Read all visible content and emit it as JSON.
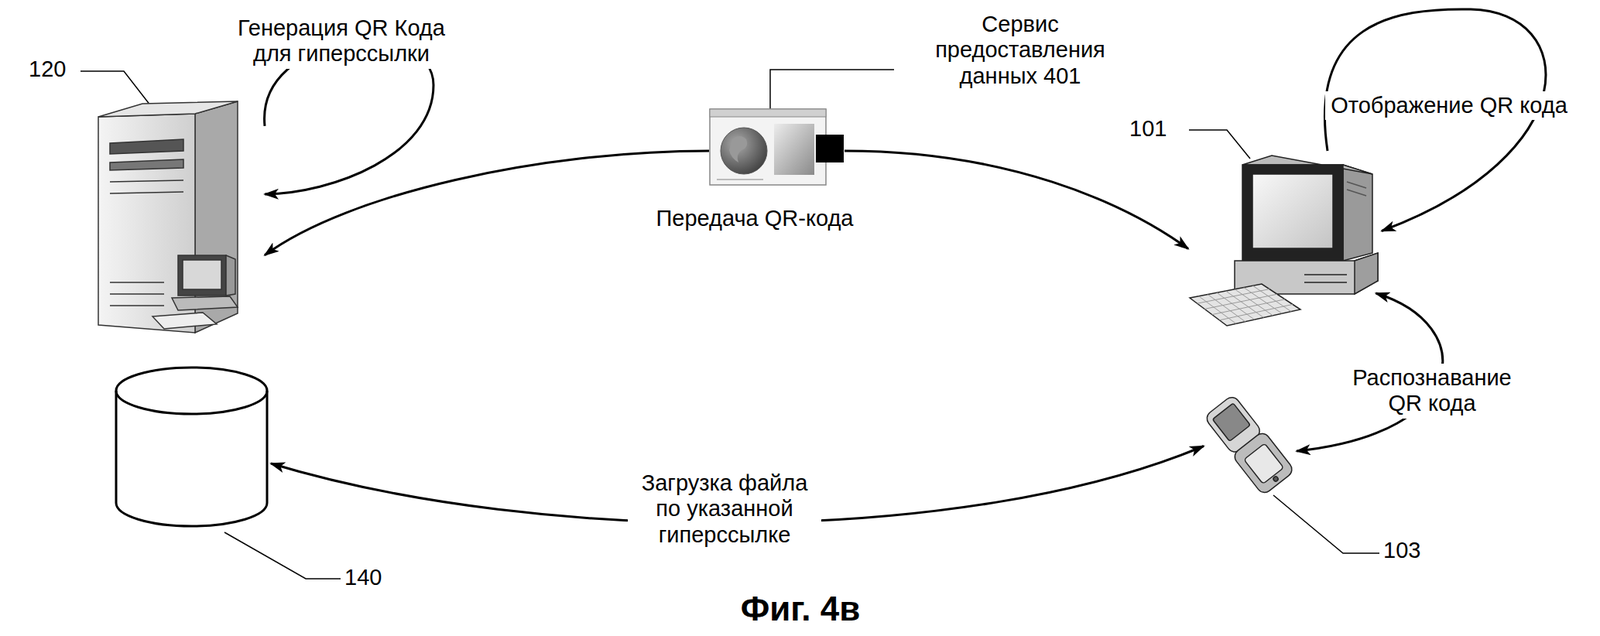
{
  "diagram": {
    "caption": "Фиг. 4в",
    "nodes": [
      {
        "text": [
          "120"
        ]
      },
      {
        "text": [
          "Сервис предоставления данных 401",
          "Передача QR-кода"
        ]
      },
      {
        "text": [
          "101"
        ]
      },
      {
        "text": [
          "140"
        ]
      },
      {
        "text": [
          "103"
        ]
      }
    ],
    "edges": [
      {
        "from": 0,
        "to": 0,
        "arrow": "to",
        "label": "Генерация QR Кода для гиперссылки"
      },
      {
        "from": 1,
        "to": 0,
        "arrow": "to"
      },
      {
        "from": 1,
        "to": 2,
        "arrow": "to"
      },
      {
        "from": 2,
        "to": 2,
        "arrow": "to",
        "label": "Отображение QR кода"
      },
      {
        "from": 4,
        "to": 2,
        "arrow": "both",
        "label": "Распознавание QR кода"
      },
      {
        "from": 3,
        "to": 4,
        "arrow": "both",
        "label": "Загрузка файла по указанной гиперссылке"
      }
    ]
  }
}
